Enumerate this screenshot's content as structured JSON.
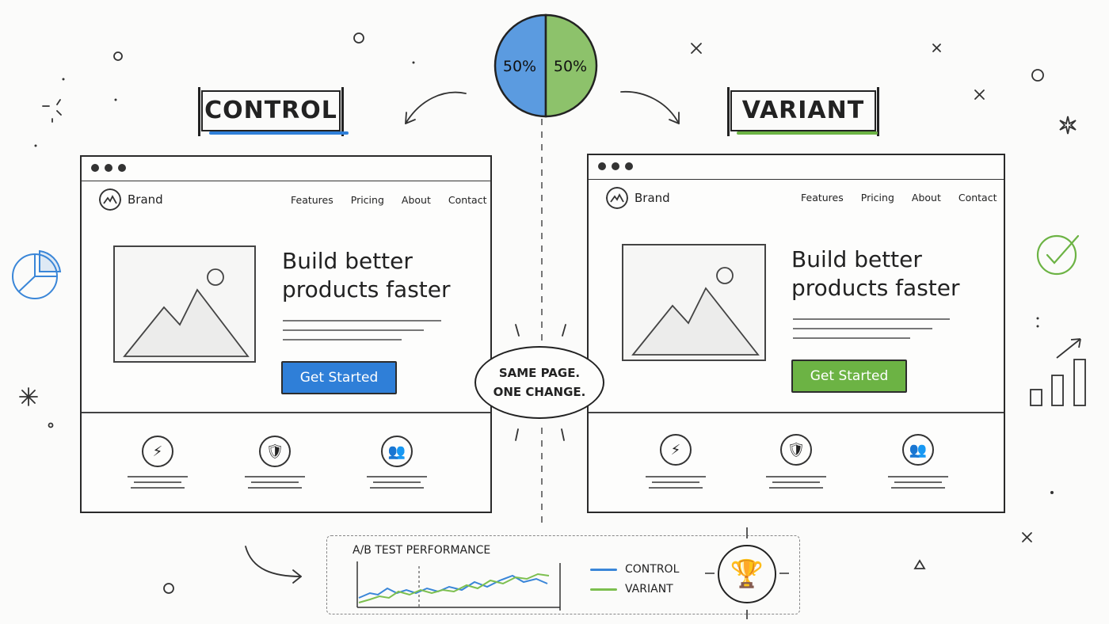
{
  "split": {
    "left_pct": "50%",
    "right_pct": "50%",
    "left_color": "#5b9be0",
    "right_color": "#8dc26b"
  },
  "control": {
    "label": "CONTROL",
    "accent": "#2f7fd8",
    "page": {
      "brand": "Brand",
      "nav": [
        "Features",
        "Pricing",
        "About",
        "Contact"
      ],
      "headline_1": "Build better",
      "headline_2": "products faster",
      "cta": "Get Started"
    }
  },
  "variant": {
    "label": "VARIANT",
    "accent": "#6cb344",
    "page": {
      "brand": "Brand",
      "nav": [
        "Features",
        "Pricing",
        "About",
        "Contact"
      ],
      "headline_1": "Build better",
      "headline_2": "products faster",
      "cta": "Get Started"
    }
  },
  "callout": {
    "line_1": "SAME PAGE.",
    "line_2": "ONE CHANGE."
  },
  "features": [
    "lightning-icon",
    "shield-check-icon",
    "users-icon"
  ],
  "performance": {
    "title": "A/B TEST PERFORMANCE",
    "legend": [
      {
        "name": "CONTROL",
        "color": "#3a86d8"
      },
      {
        "name": "VARIANT",
        "color": "#7cbf4f"
      }
    ]
  }
}
